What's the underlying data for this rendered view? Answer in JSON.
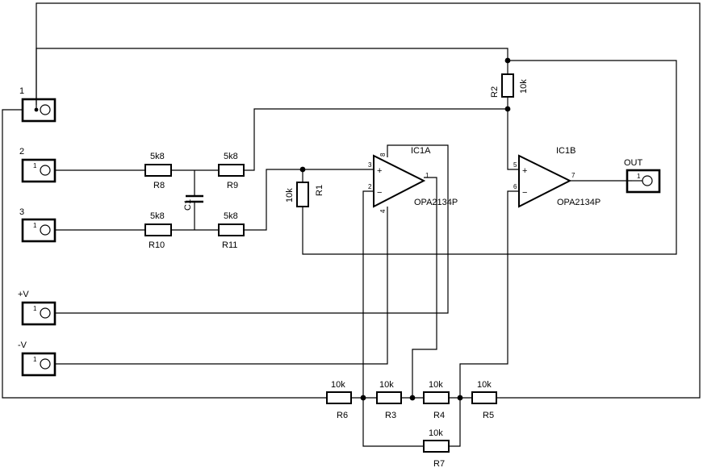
{
  "connectors": [
    {
      "label": "1",
      "pin": ""
    },
    {
      "label": "2",
      "pin": "1"
    },
    {
      "label": "3",
      "pin": "1"
    },
    {
      "label": "+V",
      "pin": "1"
    },
    {
      "label": "-V",
      "pin": "1"
    },
    {
      "label": "OUT",
      "pin": "1"
    }
  ],
  "resistors": [
    {
      "ref": "R8",
      "value": "5k8"
    },
    {
      "ref": "R9",
      "value": "5k8"
    },
    {
      "ref": "R10",
      "value": "5k8"
    },
    {
      "ref": "R11",
      "value": "5k8"
    },
    {
      "ref": "R1",
      "value": "10k"
    },
    {
      "ref": "R2",
      "value": "10k"
    },
    {
      "ref": "R6",
      "value": "10k"
    },
    {
      "ref": "R3",
      "value": "10k"
    },
    {
      "ref": "R4",
      "value": "10k"
    },
    {
      "ref": "R5",
      "value": "10k"
    },
    {
      "ref": "R7",
      "value": "10k"
    }
  ],
  "capacitors": [
    {
      "ref": "C1"
    }
  ],
  "opamps": [
    {
      "ref": "IC1A",
      "part": "OPA2134P",
      "pins": {
        "plus": "3",
        "minus": "2",
        "out": "1",
        "vpos": "8",
        "vneg": "4"
      }
    },
    {
      "ref": "IC1B",
      "part": "OPA2134P",
      "pins": {
        "plus": "5",
        "minus": "6",
        "out": "7"
      }
    }
  ],
  "symbols": {
    "plus": "+",
    "minus": "−"
  }
}
